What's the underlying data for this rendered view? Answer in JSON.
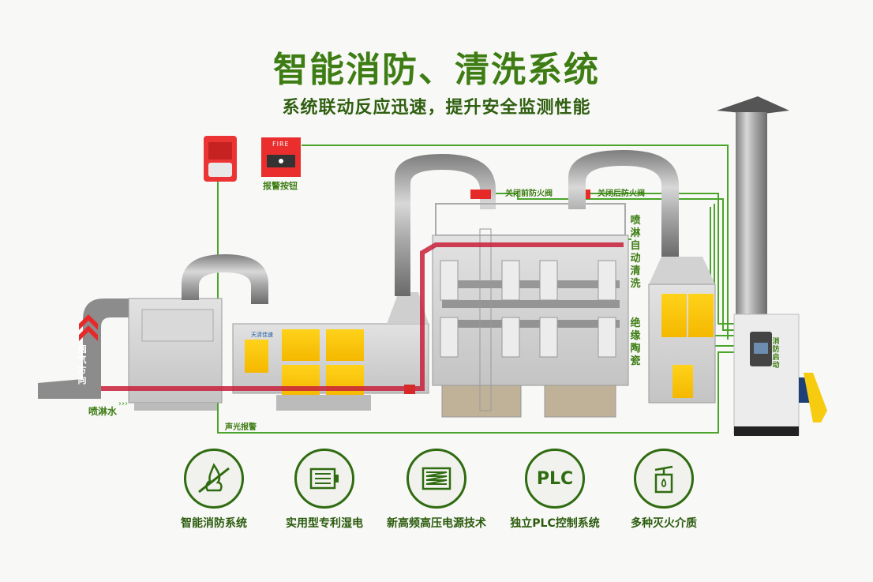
{
  "header": {
    "title": "智能消防、清洗系统",
    "subtitle": "系统联动反应迅速，提升安全监测性能"
  },
  "devices": {
    "alarm_button_label": "报警按钮",
    "fire_button_text": "FIRE",
    "front_damper_label": "关闭前防火阀",
    "rear_damper_label": "关闭后防火阀",
    "spray_clean_label": "喷淋自动清洗",
    "insulation_label": "绝缘陶瓷",
    "fire_start_label": "消防启动",
    "smoke_direction_label": "烟气方向",
    "spray_water_label": "喷淋水",
    "sound_light_alarm_label": "声光报警",
    "brand_logo_text": "天清佳速"
  },
  "features": [
    {
      "label": "智能消防系统",
      "icon": "no-fire-icon"
    },
    {
      "label": "实用型专利湿电",
      "icon": "battery-icon"
    },
    {
      "label": "新高频高压电源技术",
      "icon": "power-coil-icon"
    },
    {
      "label": "独立PLC控制系统",
      "icon": "plc-icon",
      "icon_text": "PLC"
    },
    {
      "label": "多种灭火介质",
      "icon": "extinguisher-icon"
    }
  ],
  "colors": {
    "accent_green": "#3e7d14",
    "wire_green": "#4aa52a",
    "fire_red": "#e03030",
    "panel_yellow": "#fcc20f",
    "pipe_red": "#c8203a",
    "background": "#f8f8f6"
  }
}
